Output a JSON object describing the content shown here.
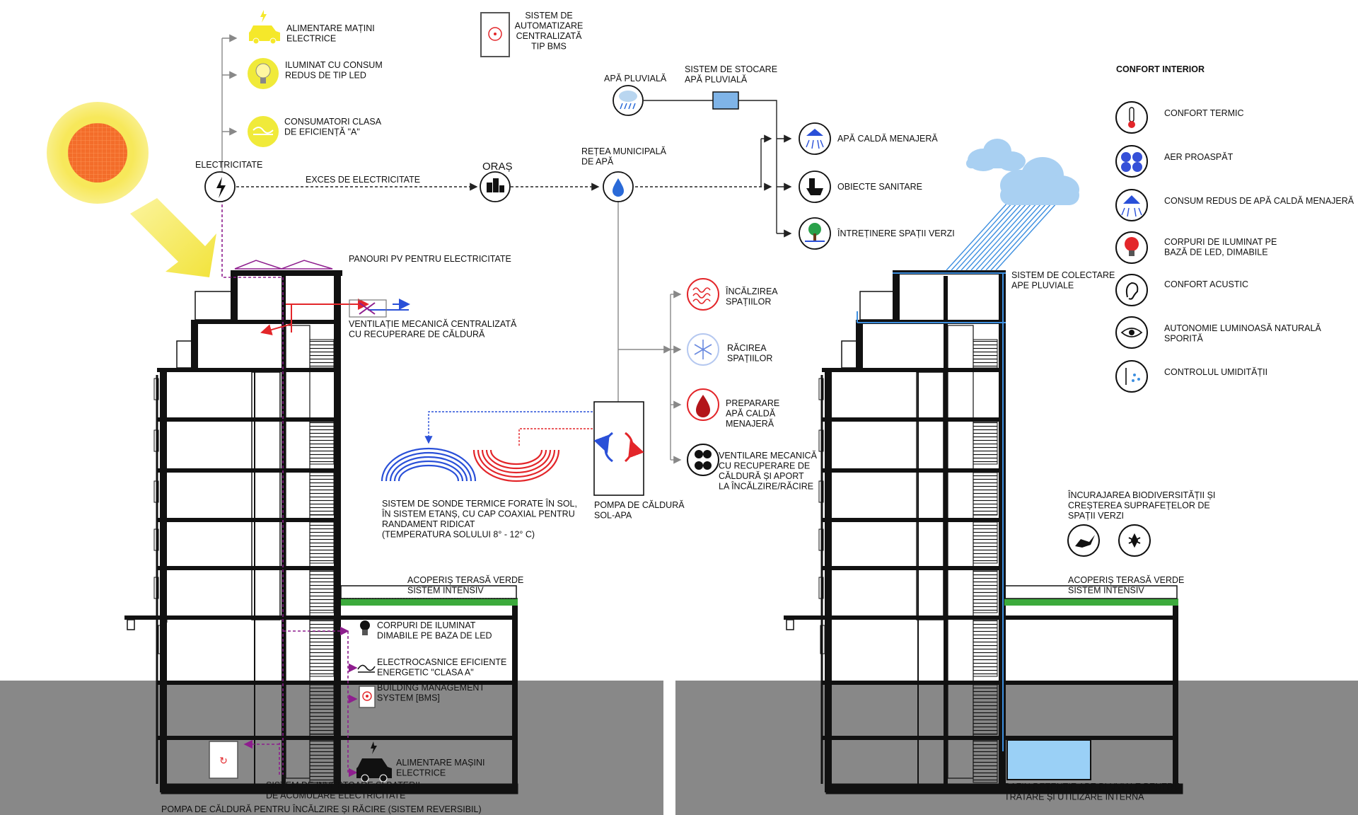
{
  "top_left": {
    "electricity_uses": [
      {
        "icon": "car-charging-icon",
        "lines": [
          "ALIMENTARE MAȚINI",
          "ELECTRICE"
        ]
      },
      {
        "icon": "led-bulb-icon",
        "lines": [
          "ILUMINAT CU CONSUM",
          "REDUS DE TIP LED"
        ]
      },
      {
        "icon": "appliance-class-a-icon",
        "lines": [
          "CONSUMATORI CLASA",
          "DE EFICIENȚĂ \"A\""
        ]
      }
    ],
    "bms": {
      "icon": "bms-icon",
      "lines": [
        "SISTEM DE",
        "AUTOMATIZARE",
        "CENTRALIZATĂ",
        "TIP BMS"
      ]
    },
    "electricity_label": "ELECTRICITATE",
    "excess_label": "EXCES DE ELECTRICITATE",
    "city_label": "ORAȘ",
    "municipal_water": [
      "REȚEA MUNICIPALĂ",
      "DE APĂ"
    ],
    "rain_water": "APĂ PLUVIALĂ",
    "rain_storage": [
      "SISTEM DE STOCARE",
      "APĂ PLUVIALĂ"
    ],
    "water_uses": [
      "APĂ CALDĂ MENAJERĂ",
      "OBIECTE SANITARE",
      "ÎNTREȚINERE SPAȚII VERZI"
    ],
    "pv_label": "PANOURI PV PENTRU ELECTRICITATE",
    "ventilation": [
      "VENTILAȚIE MECANICĂ CENTRALIZATĂ",
      "CU RECUPERARE DE CĂLDURĂ"
    ],
    "heat_pump_uses": [
      {
        "icon": "heating-icon",
        "lines": [
          "ÎNCĂLZIREA",
          "SPAȚIILOR"
        ]
      },
      {
        "icon": "cooling-icon",
        "lines": [
          "RĂCIREA",
          "SPAȚIILOR"
        ]
      },
      {
        "icon": "hot-water-drop-icon",
        "lines": [
          "PREPARARE",
          "APĂ CALDĂ",
          "MENAJERĂ"
        ]
      },
      {
        "icon": "fan-icon",
        "lines": [
          "VENTILARE MECANICĂ",
          "CU RECUPERARE DE",
          "CĂLDURĂ ȘI APORT",
          "LA ÎNCĂLZIRE/RĂCIRE"
        ]
      }
    ],
    "geothermal": [
      "SISTEM DE SONDE TERMICE FORATE ÎN SOL,",
      "ÎN SISTEM ETANȘ, CU CAP COAXIAL PENTRU",
      "RANDAMENT RIDICAT",
      "(TEMPERATURA SOLULUI  8° - 12° C)"
    ],
    "heat_pump": [
      "POMPA DE CĂLDURĂ",
      "SOL-APA"
    ],
    "green_roof": [
      "ACOPERIȘ TERASĂ VERDE",
      "SISTEM INTENSIV"
    ],
    "building_items": [
      {
        "icon": "led-bulb-dark-icon",
        "lines": [
          "CORPURI DE ILUMINAT",
          "DIMABILE PE BAZA DE LED"
        ]
      },
      {
        "icon": "appliance-icon",
        "lines": [
          "ELECTROCASNICE EFICIENTE",
          "ENERGETIC \"CLASA A\""
        ]
      },
      {
        "icon": "bms-small-icon",
        "lines": [
          "BUILDING MANAGEMENT",
          "SYSTEM [BMS]"
        ]
      },
      {
        "icon": "car-icon",
        "lines": [
          "ALIMENTARE MAȘINI",
          "ELECTRICE"
        ]
      }
    ],
    "inverter": [
      "SISTEM DE INVERTOARE ȘI BATERII",
      "DE ACUMULARE ELECTRICITATE"
    ],
    "heat_pump_bottom": "POMPA DE CĂLDURĂ PENTRU ÎNCĂLZIRE ȘI RĂCIRE (SISTEM REVERSIBIL)"
  },
  "right": {
    "comfort_title": "CONFORT INTERIOR",
    "comfort_items": [
      {
        "icon": "thermometer-icon",
        "lines": [
          "CONFORT TERMIC"
        ]
      },
      {
        "icon": "fresh-air-icon",
        "lines": [
          "AER PROASPĂT"
        ]
      },
      {
        "icon": "shower-icon",
        "lines": [
          "CONSUM REDUS DE APĂ CALDĂ MENAJERĂ"
        ]
      },
      {
        "icon": "bulb-red-icon",
        "lines": [
          "CORPURI DE ILUMINAT PE",
          "BAZĂ DE LED, DIMABILE"
        ]
      },
      {
        "icon": "ear-icon",
        "lines": [
          "CONFORT ACUSTIC"
        ]
      },
      {
        "icon": "eye-icon",
        "lines": [
          "AUTONOMIE LUMINOASĂ NATURALĂ",
          "SPORITĂ"
        ]
      },
      {
        "icon": "humidity-icon",
        "lines": [
          "CONTROLUL UMIDITĂȚII"
        ]
      }
    ],
    "rain_collection": [
      "SISTEM DE COLECTARE",
      "APE PLUVIALE"
    ],
    "biodiversity": [
      "ÎNCURAJAREA BIODIVERSITĂȚII ȘI",
      "CREȘTEREA SUPRAFEȚELOR DE",
      "SPAȚII VERZI"
    ],
    "green_roof": [
      "ACOPERIȘ TERASĂ VERDE",
      "SISTEM INTENSIV"
    ],
    "retention": [
      "BAZIN RETENȚIE APE PLUVIALE PENTRU",
      "TRATARE ȘI UTILIZARE INTERNĂ"
    ]
  },
  "colors": {
    "electric_line": "#8e1e8e",
    "rain_blue": "#3d8fe0",
    "ground": "#888888",
    "green_roof": "#3caa3c",
    "sun_outer": "#f7e85a",
    "sun_inner": "#f36d2a",
    "heat_red": "#e3262a",
    "cool_blue": "#2a50d8"
  }
}
